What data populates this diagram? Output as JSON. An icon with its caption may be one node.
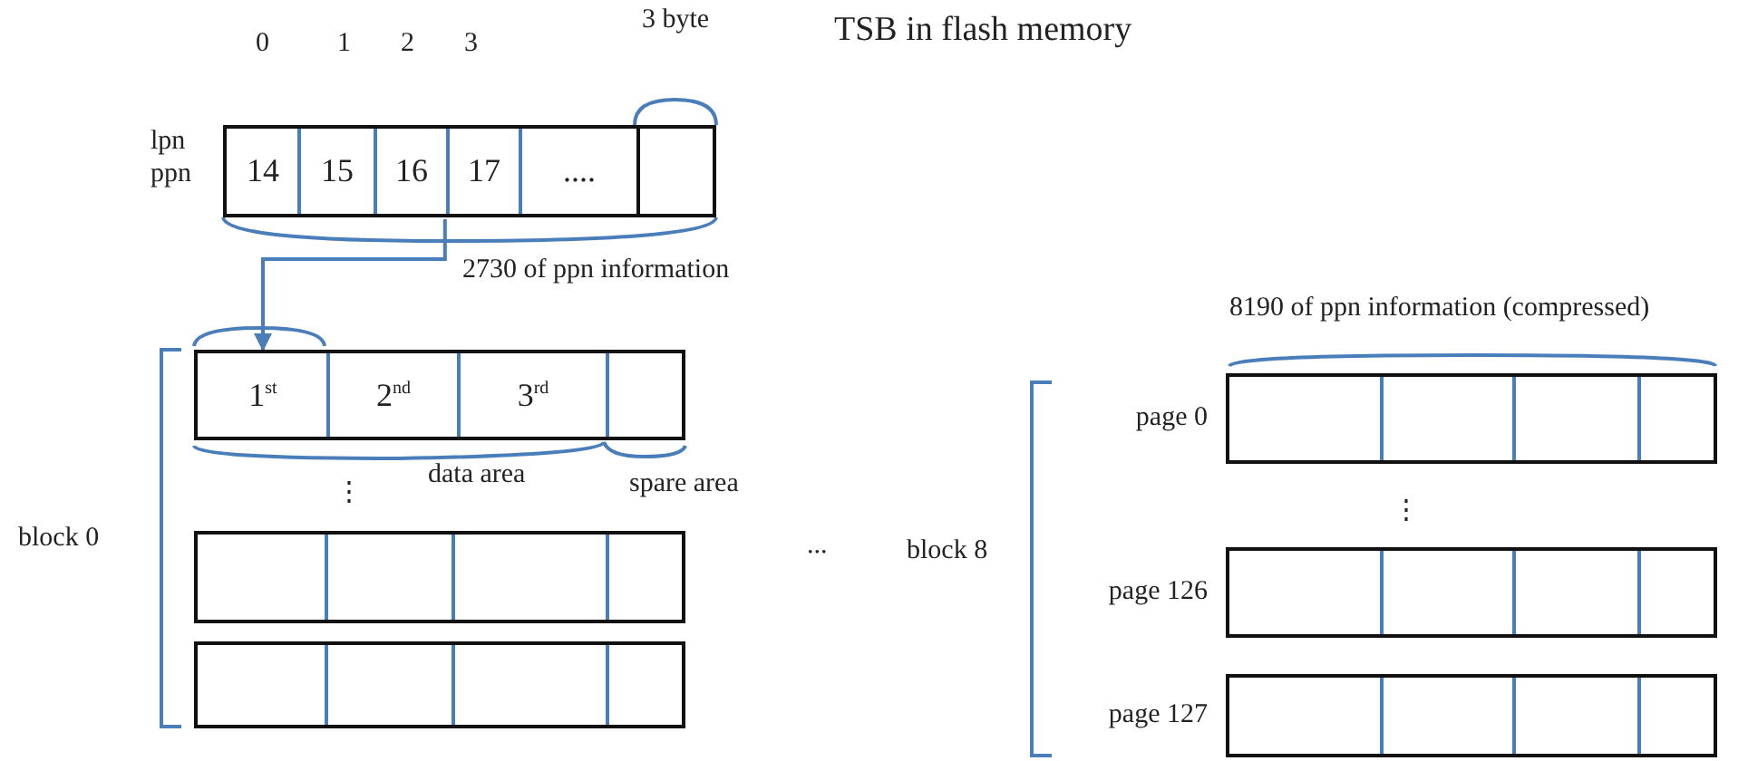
{
  "diagram": {
    "title": "TSB in flash memory",
    "nodes": [
      {
        "text": [],
        "shape": "box"
      },
      {
        "text": [
          "14"
        ],
        "in": 0
      },
      {
        "text": [
          "15"
        ],
        "in": 0
      },
      {
        "text": [
          "16"
        ],
        "in": 0
      },
      {
        "text": [
          "17"
        ],
        "in": 0
      },
      {
        "text": [
          "...."
        ],
        "in": 0
      },
      {
        "text": [],
        "shape": "box"
      },
      {
        "text": [
          "1$^{st}$"
        ],
        "in": 6
      },
      {
        "text": [
          "2$^{nd}$"
        ],
        "in": 6
      },
      {
        "text": [
          "3$^{rd}$"
        ],
        "in": 6
      },
      {
        "text": [],
        "shape": "box"
      },
      {
        "text": [],
        "shape": "box"
      },
      {
        "text": [],
        "shape": "box",
        "beside": [
          "page 0"
        ]
      },
      {
        "text": [],
        "shape": "box",
        "beside": [
          "page 126"
        ]
      },
      {
        "text": [],
        "shape": "box",
        "beside": [
          "page 127"
        ]
      }
    ],
    "edges": [
      {
        "from": 0,
        "to": 7,
        "arrow": "to"
      }
    ],
    "labels": [
      "0",
      "1",
      "2",
      "3",
      "3 byte",
      "lpn",
      "ppn",
      "2730 of ppn information",
      "8190 of ppn information (compressed)",
      "⋮",
      "data area",
      "spare area",
      "block 0",
      "...",
      "block 8",
      "⋮"
    ]
  }
}
